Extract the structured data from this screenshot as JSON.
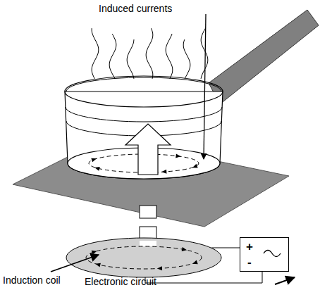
{
  "diagram": {
    "nodes": [
      {
        "text": [
          "+",
          "-"
        ]
      }
    ],
    "labels": [
      "Induced currents",
      "Induction coil",
      "Electronic circuit"
    ]
  }
}
